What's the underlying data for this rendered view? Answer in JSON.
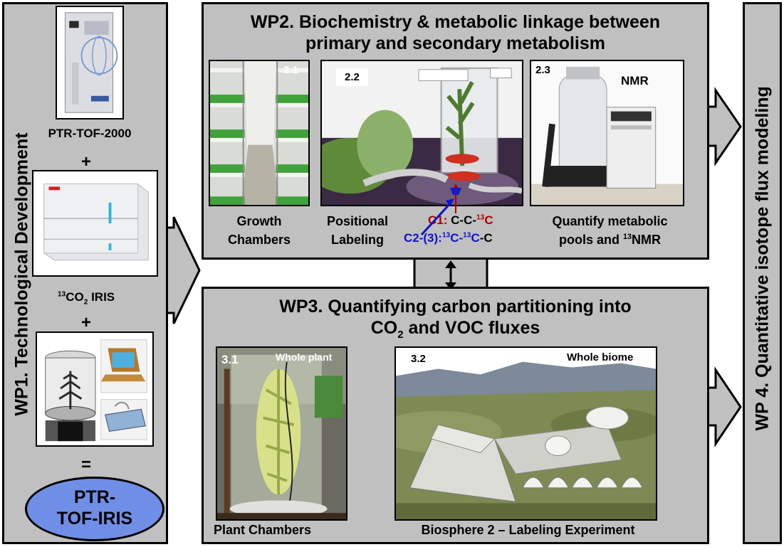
{
  "wp1": {
    "title": "WP1. Technological Development",
    "instrument1_label": "PTR-TOF-2000",
    "plus1": "+",
    "instrument2_label_main": "CO",
    "instrument2_label_sup": "13",
    "instrument2_label_sub": "2",
    "instrument2_label_tail": " IRIS",
    "plus2": "+",
    "equals": "=",
    "result_line1": "PTR-",
    "result_line2": "TOF-IRIS"
  },
  "wp2": {
    "title_line1": "WP2. Biochemistry & metabolic linkage between",
    "title_line2": "primary and secondary metabolism",
    "photo1_tag": "2.1",
    "photo2_tag": "2.2",
    "photo3_tag": "2.3",
    "photo3_label": "NMR",
    "caption1_line1": "Growth",
    "caption1_line2": "Chambers",
    "caption2_line1": "Positional",
    "caption2_line2": "Labeling",
    "c1_prefix": "C1:",
    "c1_a": " C-C-",
    "c1_sup": "13",
    "c1_b": "C",
    "c2_prefix": "C2-(3):",
    "c2_sup1": "13",
    "c2_a": "C-",
    "c2_sup2": "13",
    "c2_b": "C",
    "c2_tail": "-C",
    "caption3_line1": "Quantify metabolic",
    "caption3_line2_a": "pools and ",
    "caption3_line2_sup": "13",
    "caption3_line2_b": "NMR"
  },
  "wp3": {
    "title_line1": "WP3. Quantifying carbon partitioning into",
    "title_line2_a": "CO",
    "title_line2_sub": "2",
    "title_line2_b": " and VOC fluxes",
    "photo1_tag": "3.1",
    "photo1_label": "Whole plant",
    "photo2_tag": "3.2",
    "photo2_label": "Whole biome",
    "caption1": "Plant Chambers",
    "caption2": "Biosphere 2 – Labeling Experiment"
  },
  "wp4": {
    "title": "WP 4. Quantitative isotope flux modeling"
  },
  "colors": {
    "panel": "#c0c0c0",
    "ellipse": "#6f8ee6",
    "c1_red": "#b00000",
    "c2_blue": "#1010d0"
  }
}
